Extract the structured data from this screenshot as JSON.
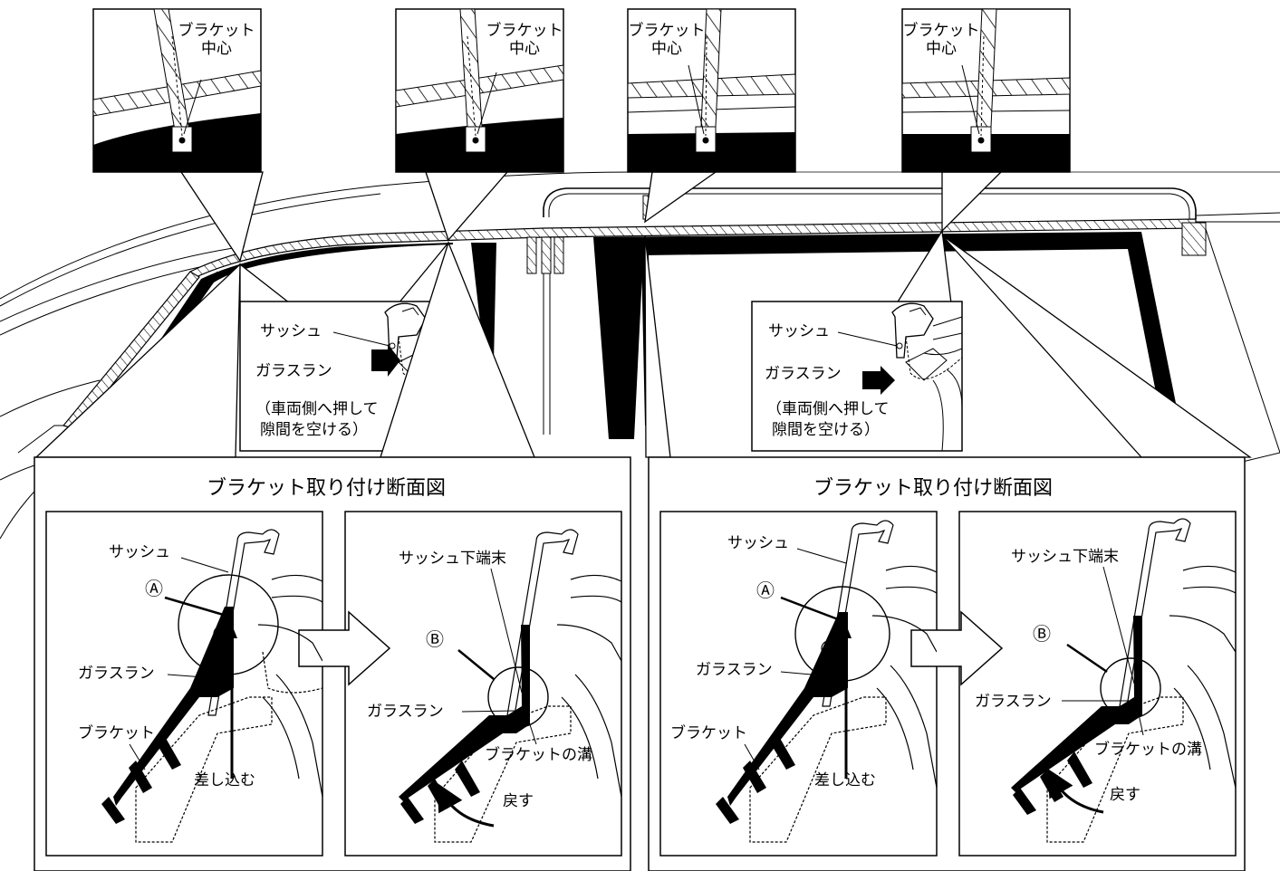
{
  "colors": {
    "ink": "#000000",
    "paper": "#ffffff",
    "hatch": "#000000"
  },
  "callouts": {
    "bracket_center": [
      "ブラケット",
      "中心"
    ]
  },
  "inset_left": {
    "sash": "サッシュ",
    "glass_run": "ガラスラン",
    "note_line1": "（車両側へ押して",
    "note_line2": "隙間を空ける）"
  },
  "inset_right": {
    "sash": "サッシュ",
    "glass_run": "ガラスラン",
    "note_line1": "（車両側へ押して",
    "note_line2": "隙間を空ける）"
  },
  "section_left": {
    "title": "ブラケット取り付け断面図",
    "step1": {
      "sash": "サッシュ",
      "marker": "Ⓐ",
      "glass_run": "ガラスラン",
      "bracket": "ブラケット",
      "action": "差し込む"
    },
    "step2": {
      "sash_end": "サッシュ下端末",
      "marker": "Ⓑ",
      "glass_run": "ガラスラン",
      "groove": "ブラケットの溝",
      "action": "戻す"
    }
  },
  "section_right": {
    "title": "ブラケット取り付け断面図",
    "step1": {
      "sash": "サッシュ",
      "marker": "Ⓐ",
      "glass_run": "ガラスラン",
      "bracket": "ブラケット",
      "action": "差し込む"
    },
    "step2": {
      "sash_end": "サッシュ下端末",
      "marker": "Ⓑ",
      "glass_run": "ガラスラン",
      "groove": "ブラケットの溝",
      "action": "戻す"
    }
  }
}
